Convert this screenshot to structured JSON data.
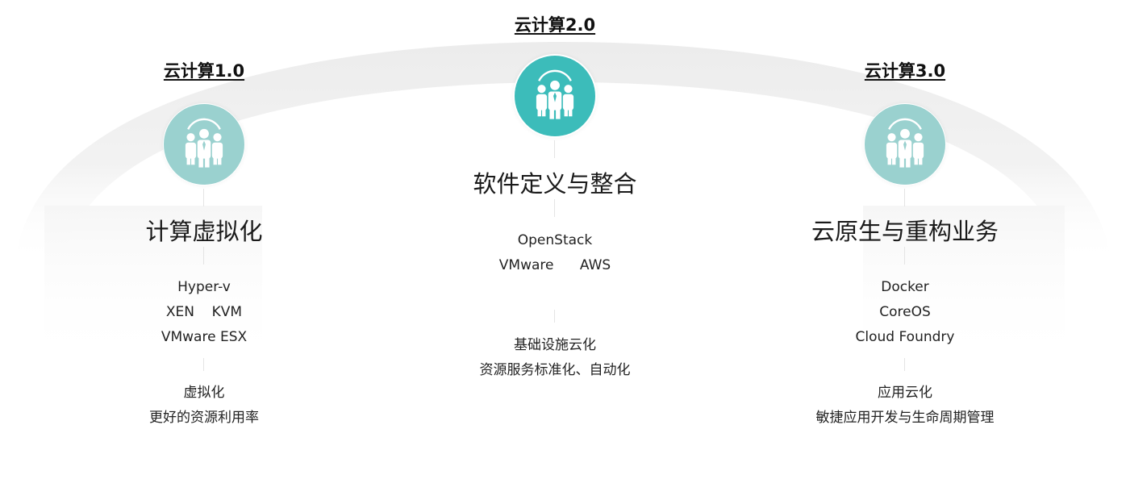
{
  "colors": {
    "accent_active": "#3cbcba",
    "accent_muted": "#9ad1cf",
    "arc": "#eeeeee"
  },
  "stages": [
    {
      "version": "云计算1.0",
      "icon": "people-group-icon",
      "title": "计算虚拟化",
      "technologies": [
        "Hyper-v",
        "XEN    KVM",
        "VMware ESX"
      ],
      "description": [
        "虚拟化",
        "更好的资源利用率"
      ]
    },
    {
      "version": "云计算2.0",
      "icon": "people-group-icon",
      "title": "软件定义与整合",
      "technologies": [
        "OpenStack",
        "VMware      AWS"
      ],
      "description": [
        "基础设施云化",
        "资源服务标准化、自动化"
      ]
    },
    {
      "version": "云计算3.0",
      "icon": "people-group-icon",
      "title": "云原生与重构业务",
      "technologies": [
        "Docker",
        "CoreOS",
        "Cloud Foundry"
      ],
      "description": [
        "应用云化",
        "敏捷应用开发与生命周期管理"
      ]
    }
  ]
}
